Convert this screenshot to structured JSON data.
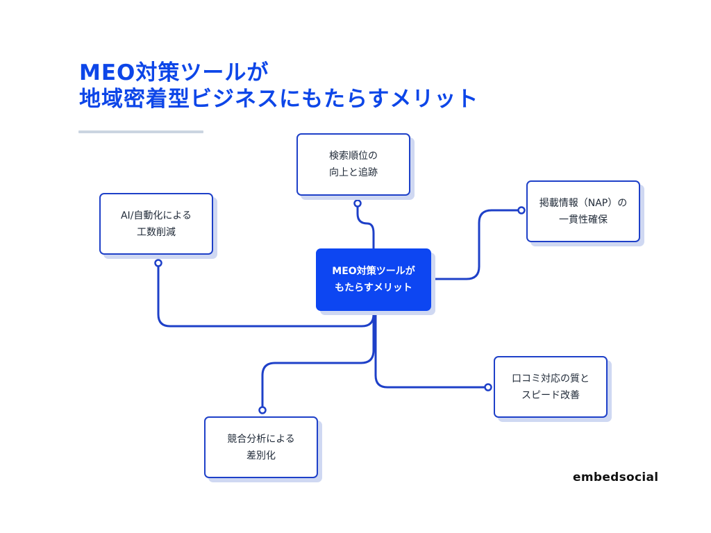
{
  "title": {
    "line1": "MEO対策ツールが",
    "line2": "地域密着型ビジネスにもたらすメリット"
  },
  "center": {
    "label": "MEO対策ツールが\nもたらすメリット"
  },
  "nodes": {
    "search_rank": "検索順位の\n向上と追跡",
    "nap": "掲載情報（NAP）の\n一貫性確保",
    "ai_automation": "AI/自動化による\n工数削減",
    "reviews": "口コミ対応の質と\nスピード改善",
    "competitor": "競合分析による\n差別化"
  },
  "logo": {
    "text": "embedsocial"
  },
  "colors": {
    "primary": "#0d46f2",
    "stroke": "#1e40c8",
    "shadow": "#cfd8f2",
    "divider": "#cbd5e1"
  }
}
